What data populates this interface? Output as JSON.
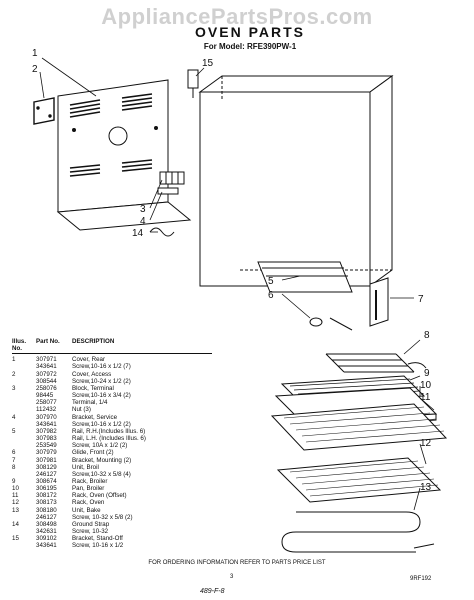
{
  "watermark": "AppliancePartsPros.com",
  "title": "OVEN PARTS",
  "model_line": "For Model: RFE390PW-1",
  "callouts": {
    "n1": "1",
    "n2": "2",
    "n3": "3",
    "n4": "4",
    "n5": "5",
    "n6": "6",
    "n7": "7",
    "n8": "8",
    "n9": "9",
    "n10": "10",
    "n11": "11",
    "n12": "12",
    "n13": "13",
    "n14": "14",
    "n15": "15"
  },
  "parts_table": {
    "headers": {
      "illus": "Illus. No.",
      "part": "Part No.",
      "desc": "DESCRIPTION"
    },
    "rows": [
      {
        "illus": "1",
        "part": "307971",
        "desc": "Cover, Rear"
      },
      {
        "illus": "",
        "part": "343641",
        "desc": "Screw,10-16 x 1/2 (7)"
      },
      {
        "illus": "2",
        "part": "307972",
        "desc": "Cover, Access"
      },
      {
        "illus": "",
        "part": "308544",
        "desc": "Screw,10-24 x 1/2 (2)"
      },
      {
        "illus": "3",
        "part": "258076",
        "desc": "Block, Terminal"
      },
      {
        "illus": "",
        "part": "98445",
        "desc": "Screw,10-16 x 3/4 (2)"
      },
      {
        "illus": "",
        "part": "258077",
        "desc": "Terminal, 1/4"
      },
      {
        "illus": "",
        "part": "112432",
        "desc": "Nut (3)"
      },
      {
        "illus": "4",
        "part": "307970",
        "desc": "Bracket, Service"
      },
      {
        "illus": "",
        "part": "343641",
        "desc": "Screw,10-16 x 1/2 (2)"
      },
      {
        "illus": "5",
        "part": "307982",
        "desc": "Rail, R.H.(Includes Illus. 6)"
      },
      {
        "illus": "",
        "part": "307983",
        "desc": "Rail, L.H. (Includes Illus. 6)"
      },
      {
        "illus": "",
        "part": "253549",
        "desc": "Screw, 10A x 1/2 (2)"
      },
      {
        "illus": "6",
        "part": "307979",
        "desc": "Glide, Front (2)"
      },
      {
        "illus": "7",
        "part": "307981",
        "desc": "Bracket, Mounting (2)"
      },
      {
        "illus": "8",
        "part": "308129",
        "desc": "Unit, Broil"
      },
      {
        "illus": "",
        "part": "246127",
        "desc": "Screw,10-32 x 5/8 (4)"
      },
      {
        "illus": "9",
        "part": "308674",
        "desc": "Rack, Broiler"
      },
      {
        "illus": "10",
        "part": "306195",
        "desc": "Pan, Broiler"
      },
      {
        "illus": "11",
        "part": "308172",
        "desc": "Rack, Oven (Offset)"
      },
      {
        "illus": "12",
        "part": "308173",
        "desc": "Rack, Oven"
      },
      {
        "illus": "13",
        "part": "308180",
        "desc": "Unit, Bake"
      },
      {
        "illus": "",
        "part": "246127",
        "desc": "Screw, 10-32 x 5/8 (2)"
      },
      {
        "illus": "14",
        "part": "308498",
        "desc": "Ground Strap"
      },
      {
        "illus": "",
        "part": "342631",
        "desc": "Screw, 10-32"
      },
      {
        "illus": "15",
        "part": "309102",
        "desc": "Bracket, Stand-Off"
      },
      {
        "illus": "",
        "part": "343641",
        "desc": "Screw, 10-16 x 1/2"
      }
    ]
  },
  "footer_note": "FOR ORDERING INFORMATION REFER TO PARTS PRICE LIST",
  "page_number": "3",
  "doc_code": "9RF192",
  "handwritten_note": "489-F-8"
}
